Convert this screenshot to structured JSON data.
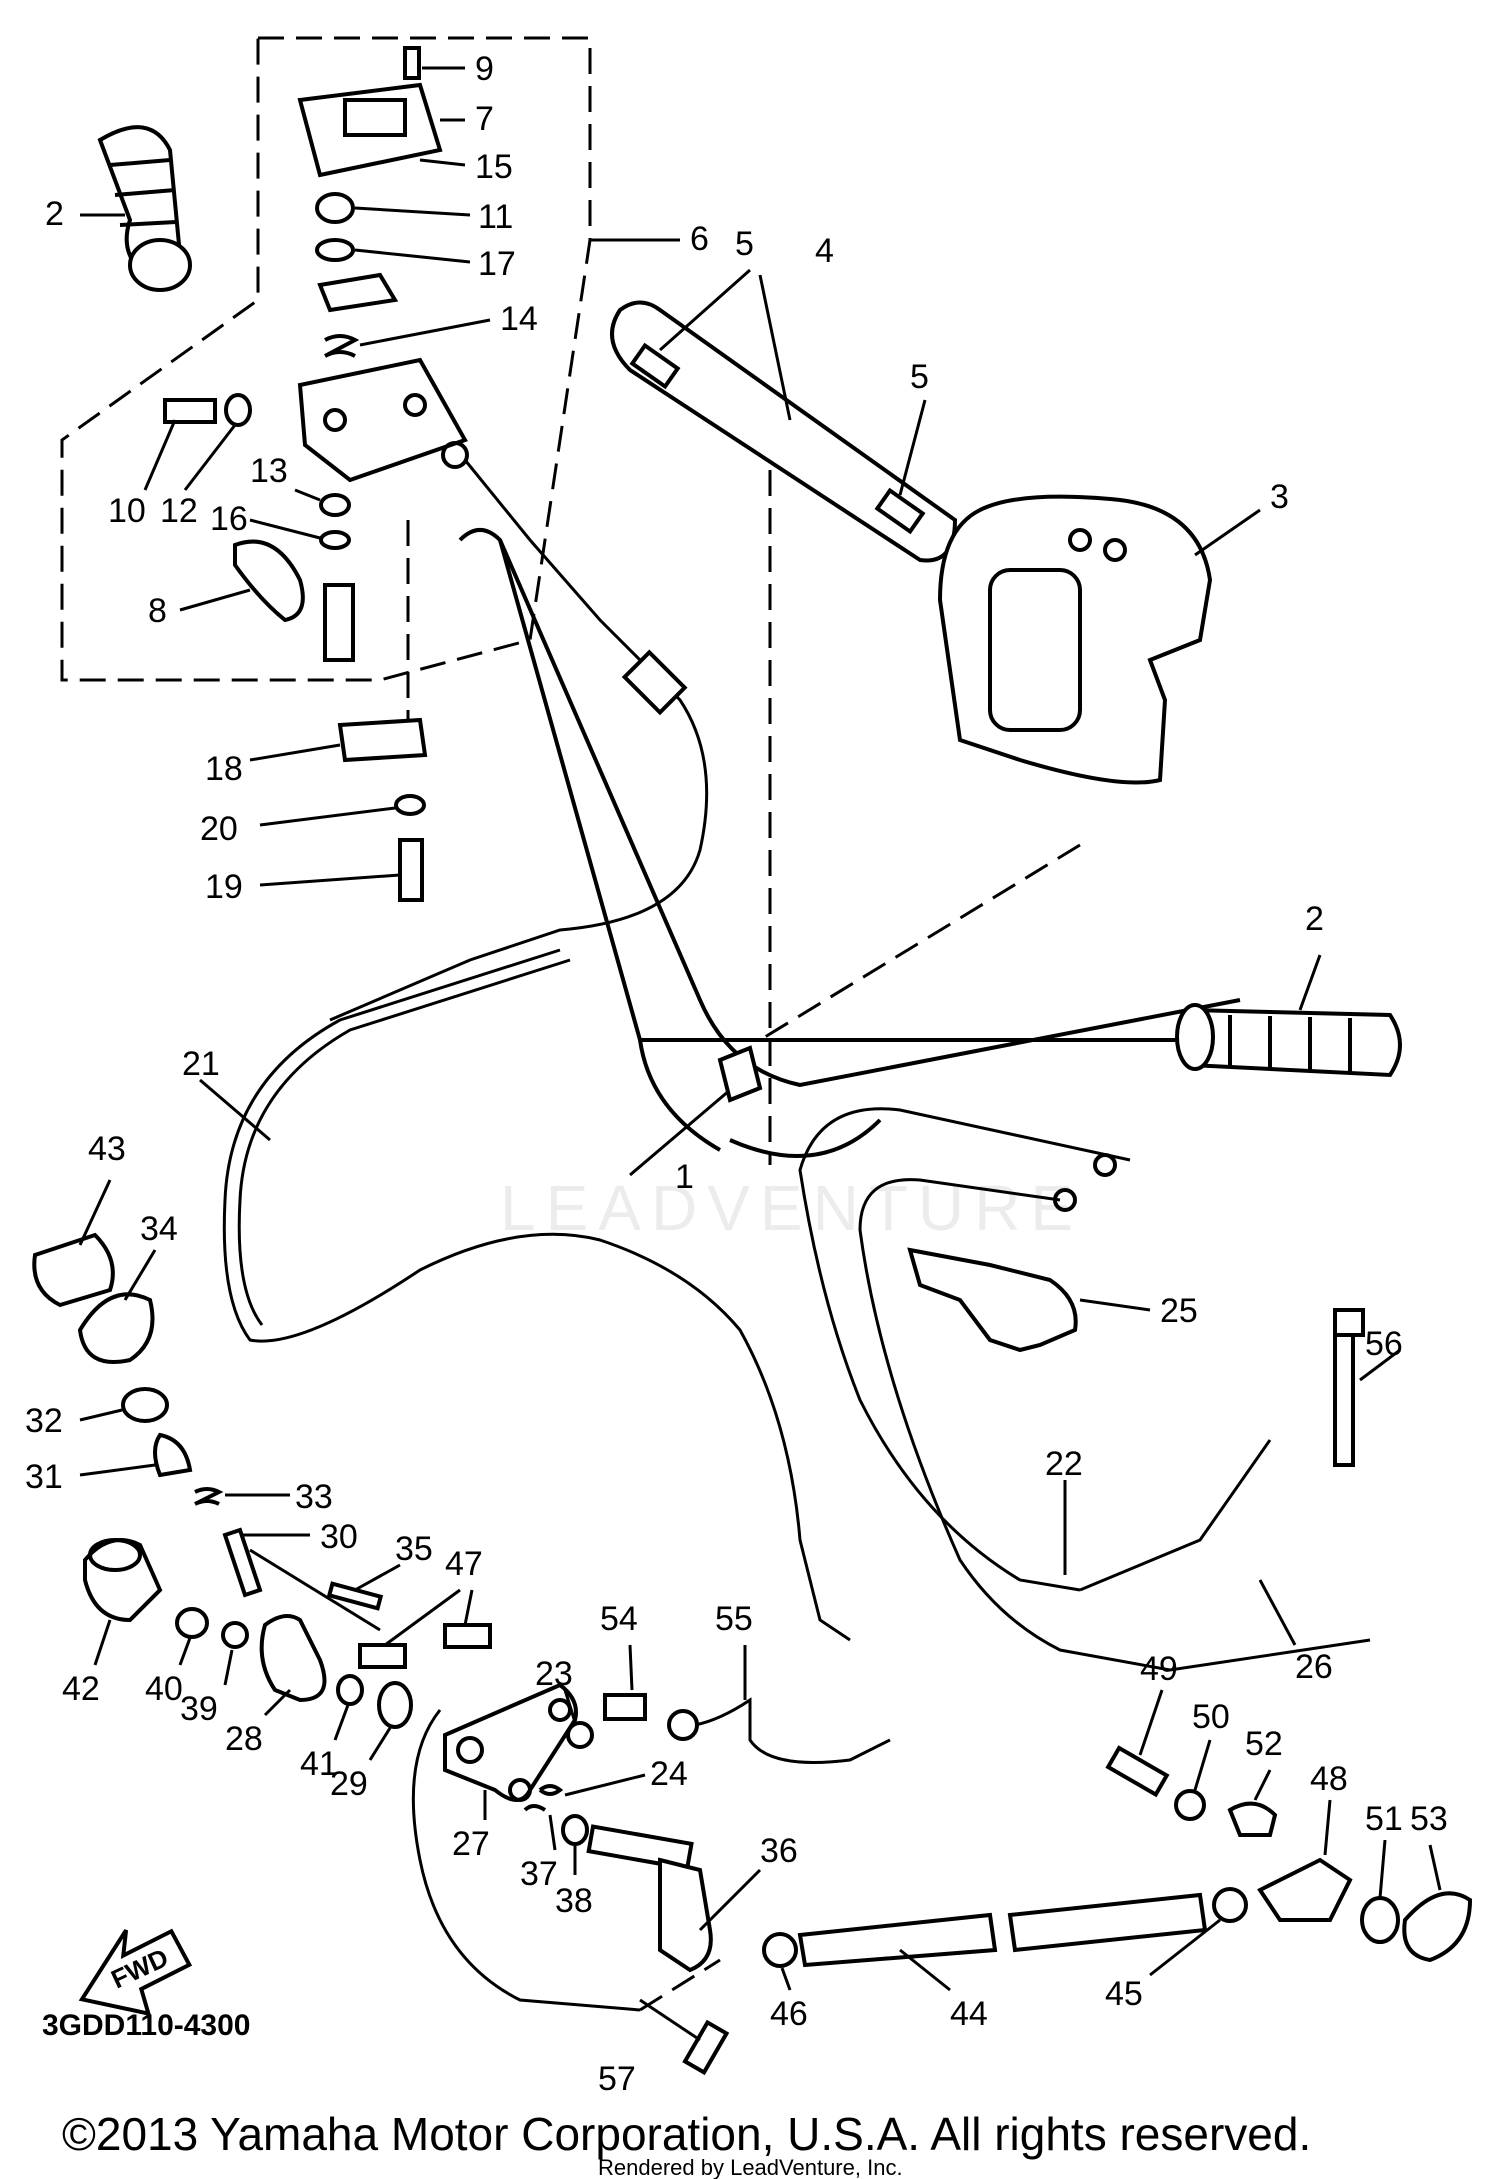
{
  "diagram": {
    "part_code": "3GDD110-4300",
    "direction_label": "FWD",
    "watermark": "LEADVENTURE",
    "copyright": "©2013 Yamaha Motor Corporation, U.S.A. All rights reserved.",
    "rendered_by": "Rendered by LeadVenture, Inc.",
    "callouts": [
      "1",
      "2",
      "2",
      "3",
      "4",
      "5",
      "5",
      "6",
      "7",
      "8",
      "9",
      "10",
      "11",
      "12",
      "13",
      "14",
      "15",
      "16",
      "17",
      "18",
      "19",
      "20",
      "21",
      "22",
      "23",
      "24",
      "25",
      "26",
      "27",
      "28",
      "29",
      "30",
      "31",
      "32",
      "33",
      "34",
      "35",
      "36",
      "37",
      "38",
      "39",
      "40",
      "41",
      "42",
      "43",
      "44",
      "45",
      "46",
      "47",
      "48",
      "49",
      "50",
      "51",
      "52",
      "53",
      "54",
      "55",
      "56",
      "57"
    ]
  }
}
